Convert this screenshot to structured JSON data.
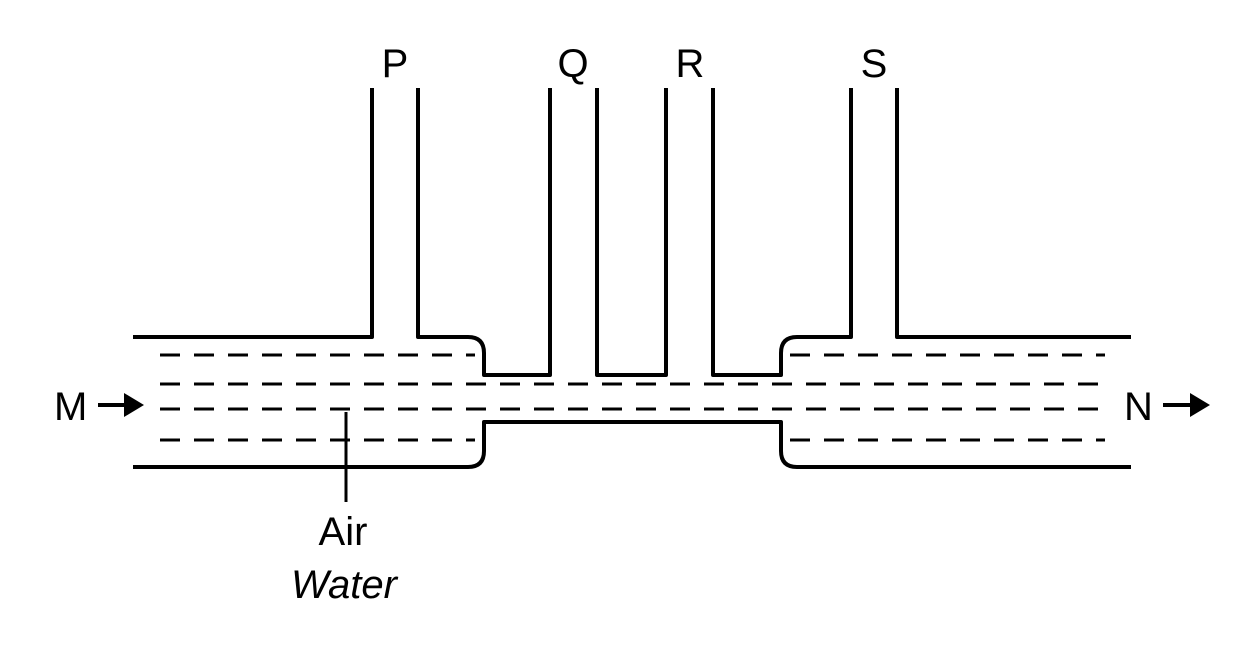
{
  "tube_labels": [
    "P",
    "Q",
    "R",
    "S"
  ],
  "inlet_label": "M",
  "outlet_label": "N",
  "pointer_label_line1": "Air",
  "pointer_label_line2": "Water",
  "colors": {
    "ink": "#000000",
    "background": "#ffffff"
  }
}
